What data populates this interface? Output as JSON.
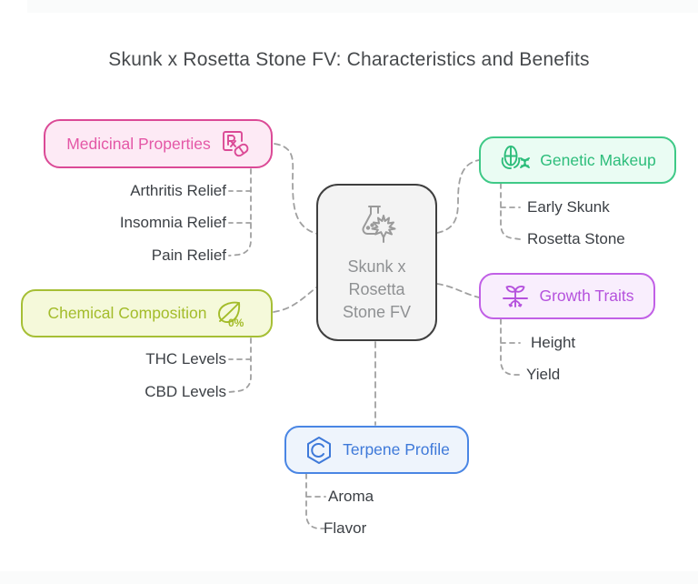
{
  "title": "Skunk x Rosetta Stone FV: Characteristics and Benefits",
  "center": {
    "label": "Skunk x Rosetta Stone FV",
    "lines": {
      "l1": "Skunk x",
      "l2": "Rosetta",
      "l3": "Stone FV"
    },
    "icon": "flask-cannabis-icon"
  },
  "branches": [
    {
      "label": "Medicinal Properties",
      "icon": "prescription-pill-icon",
      "border_color": "#db4a96",
      "background": "#fdeaf5",
      "children": [
        "Arthritis Relief",
        "Insomnia Relief",
        "Pain Relief"
      ]
    },
    {
      "label": "Chemical Composition",
      "icon": "leaf-percent-icon",
      "border_color": "#a6bf35",
      "background": "#f5f9da",
      "children": [
        "THC Levels",
        "CBD Levels"
      ]
    },
    {
      "label": "Genetic Makeup",
      "icon": "corn-dna-icon",
      "border_color": "#3fc987",
      "background": "#eafcf3",
      "children": [
        "Early Skunk",
        "Rosetta Stone"
      ]
    },
    {
      "label": "Growth Traits",
      "icon": "seedling-roots-icon",
      "border_color": "#c160e6",
      "background": "#f9eefd",
      "children": [
        "Height",
        "Yield"
      ]
    },
    {
      "label": "Terpene Profile",
      "icon": "hexagon-c-icon",
      "border_color": "#4a86e4",
      "background": "#eef4fc",
      "children": [
        "Aroma",
        "Flavor"
      ]
    }
  ],
  "connector_color": "#a0a0a0"
}
